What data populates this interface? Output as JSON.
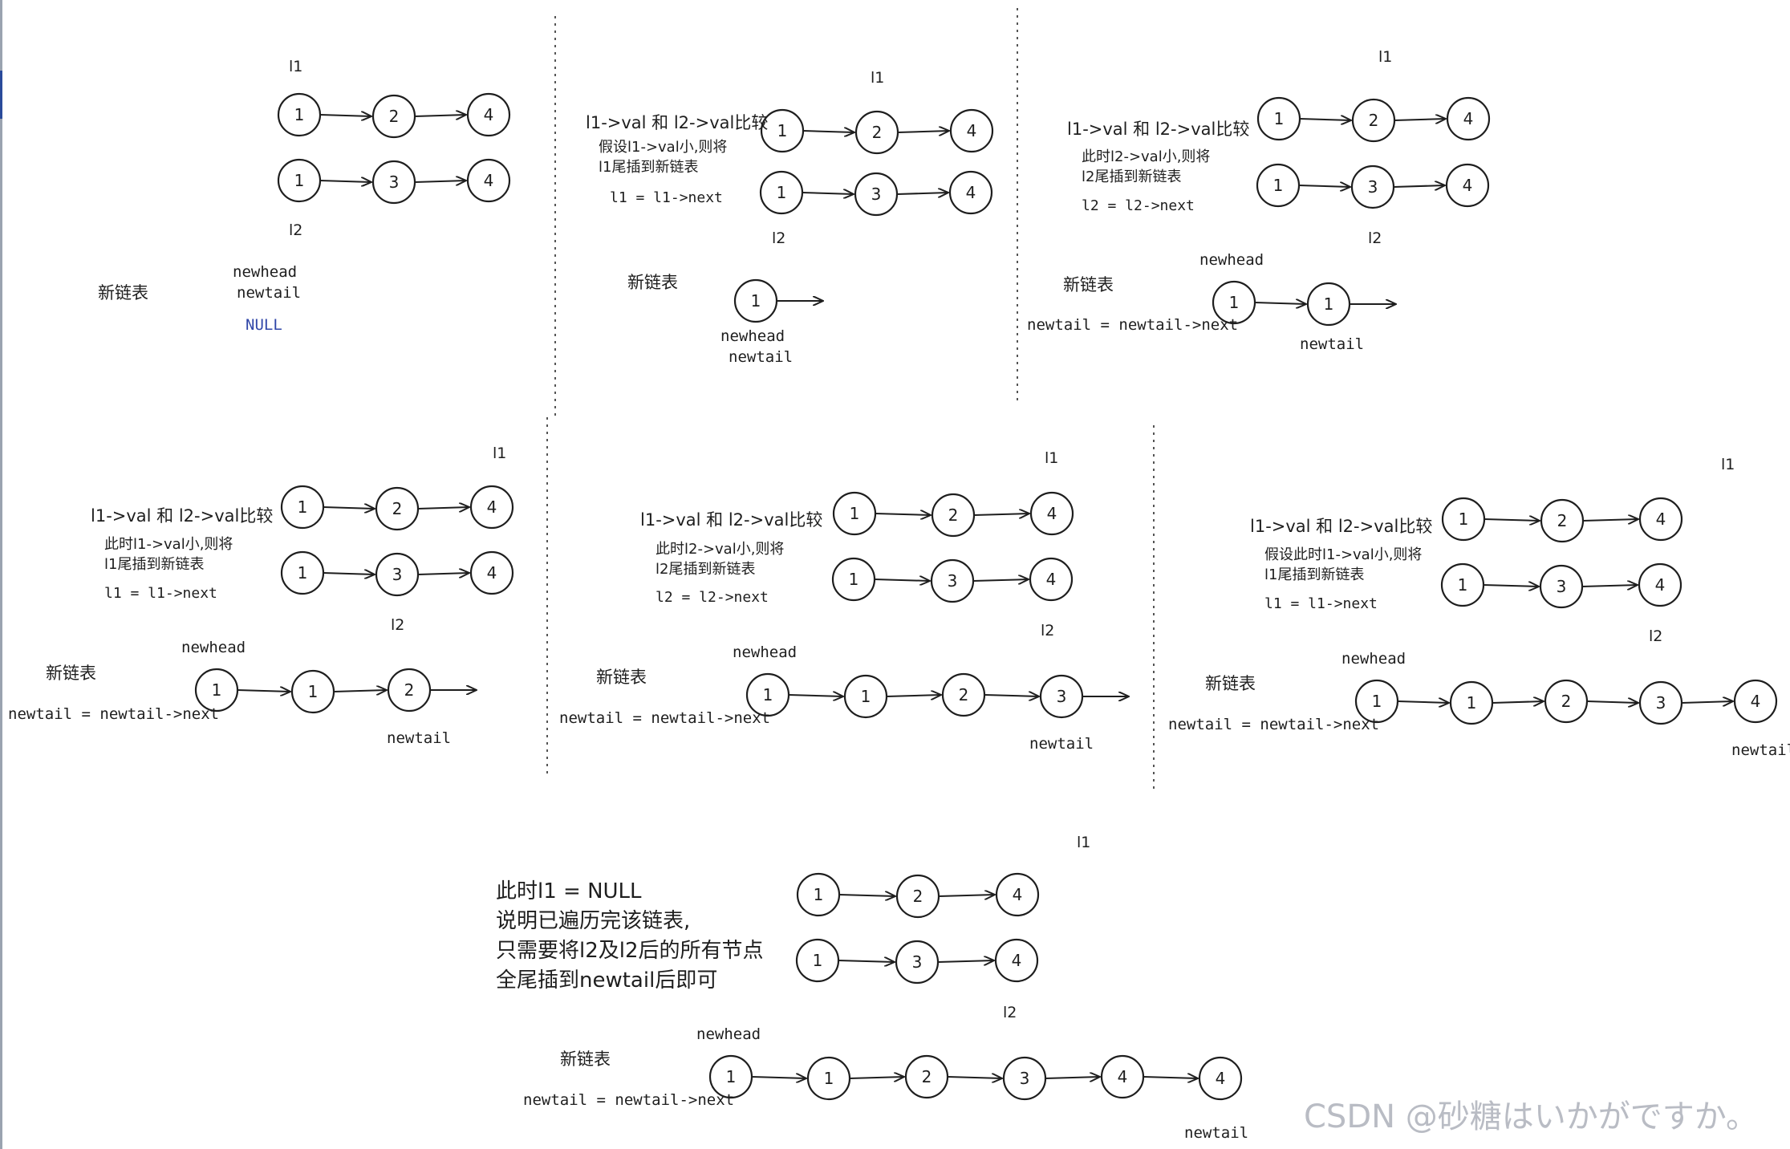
{
  "colors": {
    "ink": "#1e1e1e",
    "null_text": "#3046a8",
    "watermark": "#b9bcc4",
    "divider": "#555555"
  },
  "panels": [
    {
      "labels": {
        "l1": "l1",
        "l2": "l2",
        "newlist": "新链表",
        "newhead": "newhead",
        "newtail": "newtail",
        "null_text": "NULL"
      },
      "list1": [
        "1",
        "2",
        "4"
      ],
      "list2": [
        "1",
        "3",
        "4"
      ],
      "result": []
    },
    {
      "labels": {
        "l1": "l1",
        "l2": "l2",
        "compare": "l1->val 和 l2->val比较",
        "note1": "假设l1->val小,则将",
        "note2": "l1尾插到新链表",
        "advance": "l1 = l1->next",
        "newlist": "新链表",
        "newhead": "newhead",
        "newtail": "newtail"
      },
      "list1": [
        "1",
        "2",
        "4"
      ],
      "list2": [
        "1",
        "3",
        "4"
      ],
      "result": [
        "1"
      ]
    },
    {
      "labels": {
        "l1": "l1",
        "l2": "l2",
        "compare": "l1->val 和 l2->val比较",
        "note1": "此时l2->val小,则将",
        "note2": "l2尾插到新链表",
        "advance": "l2 = l2->next",
        "newlist": "新链表",
        "newhead": "newhead",
        "newtail": "newtail",
        "tail_step": "newtail = newtail->next"
      },
      "list1": [
        "1",
        "2",
        "4"
      ],
      "list2": [
        "1",
        "3",
        "4"
      ],
      "result": [
        "1",
        "1"
      ]
    },
    {
      "labels": {
        "l1": "l1",
        "l2": "l2",
        "compare": "l1->val 和 l2->val比较",
        "note1": "此时l1->val小,则将",
        "note2": "l1尾插到新链表",
        "advance": "l1 = l1->next",
        "newlist": "新链表",
        "newhead": "newhead",
        "newtail": "newtail",
        "tail_step": "newtail = newtail->next"
      },
      "list1": [
        "1",
        "2",
        "4"
      ],
      "list2": [
        "1",
        "3",
        "4"
      ],
      "result": [
        "1",
        "1",
        "2"
      ]
    },
    {
      "labels": {
        "l1": "l1",
        "l2": "l2",
        "compare": "l1->val 和 l2->val比较",
        "note1": "此时l2->val小,则将",
        "note2": "l2尾插到新链表",
        "advance": "l2 = l2->next",
        "newlist": "新链表",
        "newhead": "newhead",
        "newtail": "newtail",
        "tail_step": "newtail = newtail->next"
      },
      "list1": [
        "1",
        "2",
        "4"
      ],
      "list2": [
        "1",
        "3",
        "4"
      ],
      "result": [
        "1",
        "1",
        "2",
        "3"
      ]
    },
    {
      "labels": {
        "l1": "l1",
        "l2": "l2",
        "compare": "l1->val 和 l2->val比较",
        "note1": "假设此时l1->val小,则将",
        "note2": "l1尾插到新链表",
        "advance": "l1 = l1->next",
        "newlist": "新链表",
        "newhead": "newhead",
        "newtail": "newtail",
        "tail_step": "newtail = newtail->next"
      },
      "list1": [
        "1",
        "2",
        "4"
      ],
      "list2": [
        "1",
        "3",
        "4"
      ],
      "result": [
        "1",
        "1",
        "2",
        "3",
        "4"
      ]
    },
    {
      "labels": {
        "l1": "l1",
        "l2": "l2",
        "summary1": "此时l1 = NULL",
        "summary2": "说明已遍历完该链表,",
        "summary3": "只需要将l2及l2后的所有节点",
        "summary4": "全尾插到newtail后即可",
        "newlist": "新链表",
        "newhead": "newhead",
        "newtail": "newtail",
        "tail_step": "newtail = newtail->next"
      },
      "list1": [
        "1",
        "2",
        "4"
      ],
      "list2": [
        "1",
        "3",
        "4"
      ],
      "result": [
        "1",
        "1",
        "2",
        "3",
        "4",
        "4"
      ]
    }
  ],
  "watermark": "CSDN @砂糖はいかがですか。"
}
